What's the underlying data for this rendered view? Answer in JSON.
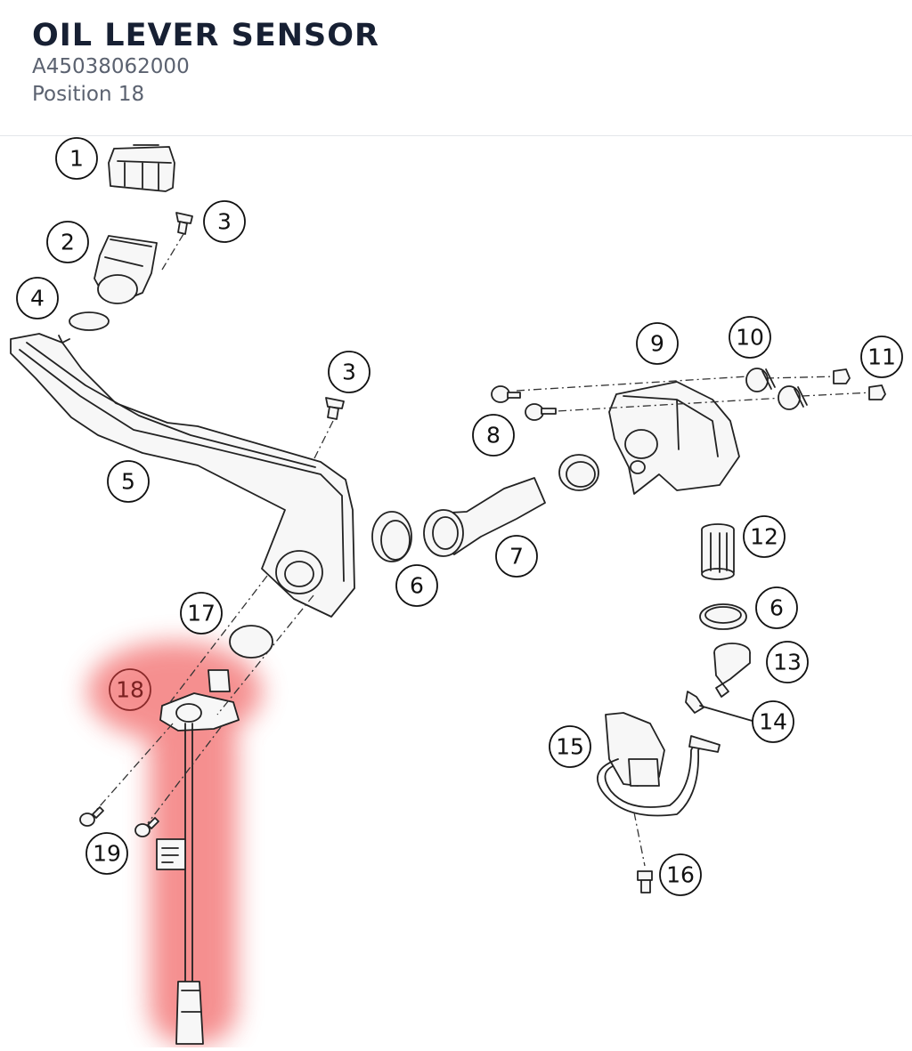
{
  "header": {
    "title": "OIL LEVER SENSOR",
    "part_number": "A45038062000",
    "position_label": "Position 18"
  },
  "colors": {
    "highlight": "#f26b6b",
    "title": "#172033",
    "subtitle": "#5b6270"
  },
  "highlighted_position": "18",
  "callouts": [
    "1",
    "2",
    "3",
    "4",
    "5",
    "3",
    "6",
    "7",
    "8",
    "9",
    "10",
    "11",
    "12",
    "6",
    "13",
    "14",
    "15",
    "16",
    "17",
    "18",
    "19"
  ]
}
